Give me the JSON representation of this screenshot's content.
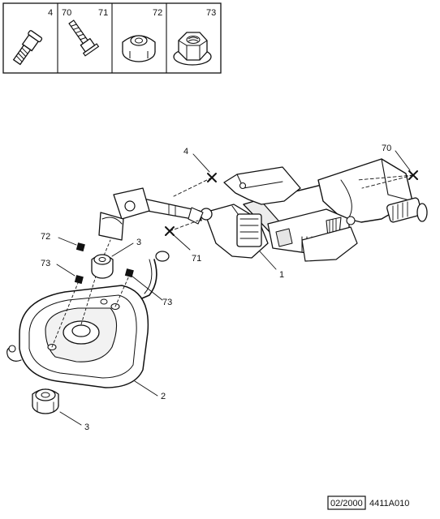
{
  "legend": {
    "cells": [
      {
        "numbers": [
          "4"
        ],
        "icon": "shoulder-bolt-icon"
      },
      {
        "numbers": [
          "70",
          "71"
        ],
        "icon": "flange-bolt-icon"
      },
      {
        "numbers": [
          "72"
        ],
        "icon": "round-nut-icon"
      },
      {
        "numbers": [
          "73"
        ],
        "icon": "flange-hex-nut-icon"
      }
    ]
  },
  "callouts": {
    "c4": "4",
    "c70": "70",
    "c72": "72",
    "c3a": "3",
    "c71": "71",
    "c1": "1",
    "c73a": "73",
    "c73b": "73",
    "c2": "2",
    "c3b": "3"
  },
  "footer": {
    "date": "02/2000",
    "reference": "4411A010"
  },
  "colors": {
    "ink": "#111111",
    "paper": "#ffffff",
    "fill": "#e6e6e6"
  }
}
